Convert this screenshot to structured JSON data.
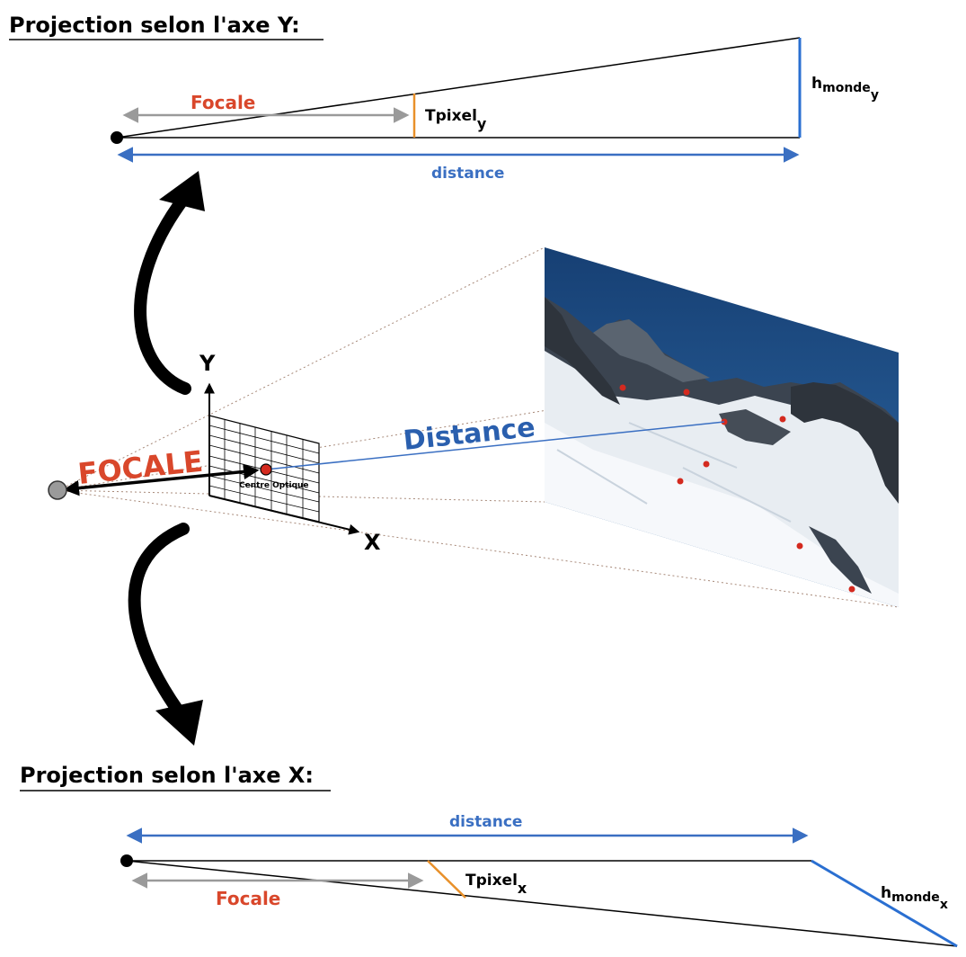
{
  "top_section": {
    "title": "Projection selon l'axe Y:",
    "focal_label": "Focale",
    "pixel_label_main": "Tpixel",
    "pixel_label_sub": "y",
    "world_label_main": "h",
    "world_label_mid": "monde",
    "world_label_sub": "y",
    "distance_label": "distance"
  },
  "middle_section": {
    "axis_y": "Y",
    "axis_x": "X",
    "focal_label": "FOCALE",
    "center_label": "Centre Optique",
    "distance_label": "Distance"
  },
  "bottom_section": {
    "title": "Projection selon l'axe X:",
    "focal_label": "Focale",
    "pixel_label_main": "Tpixel",
    "pixel_label_sub": "x",
    "world_label_main": "h",
    "world_label_mid": "monde",
    "world_label_sub": "x",
    "distance_label": "distance"
  },
  "colors": {
    "focal_red": "#d9472b",
    "distance_blue": "#3a6fc2",
    "pixel_orange": "#e8902a",
    "world_blue": "#2a6fd1",
    "guide_gray": "#9a9a9a",
    "sky": "#1f4f86",
    "snow": "#eef2f6",
    "rock": "#2e343c",
    "red_dot": "#d42a1f"
  }
}
